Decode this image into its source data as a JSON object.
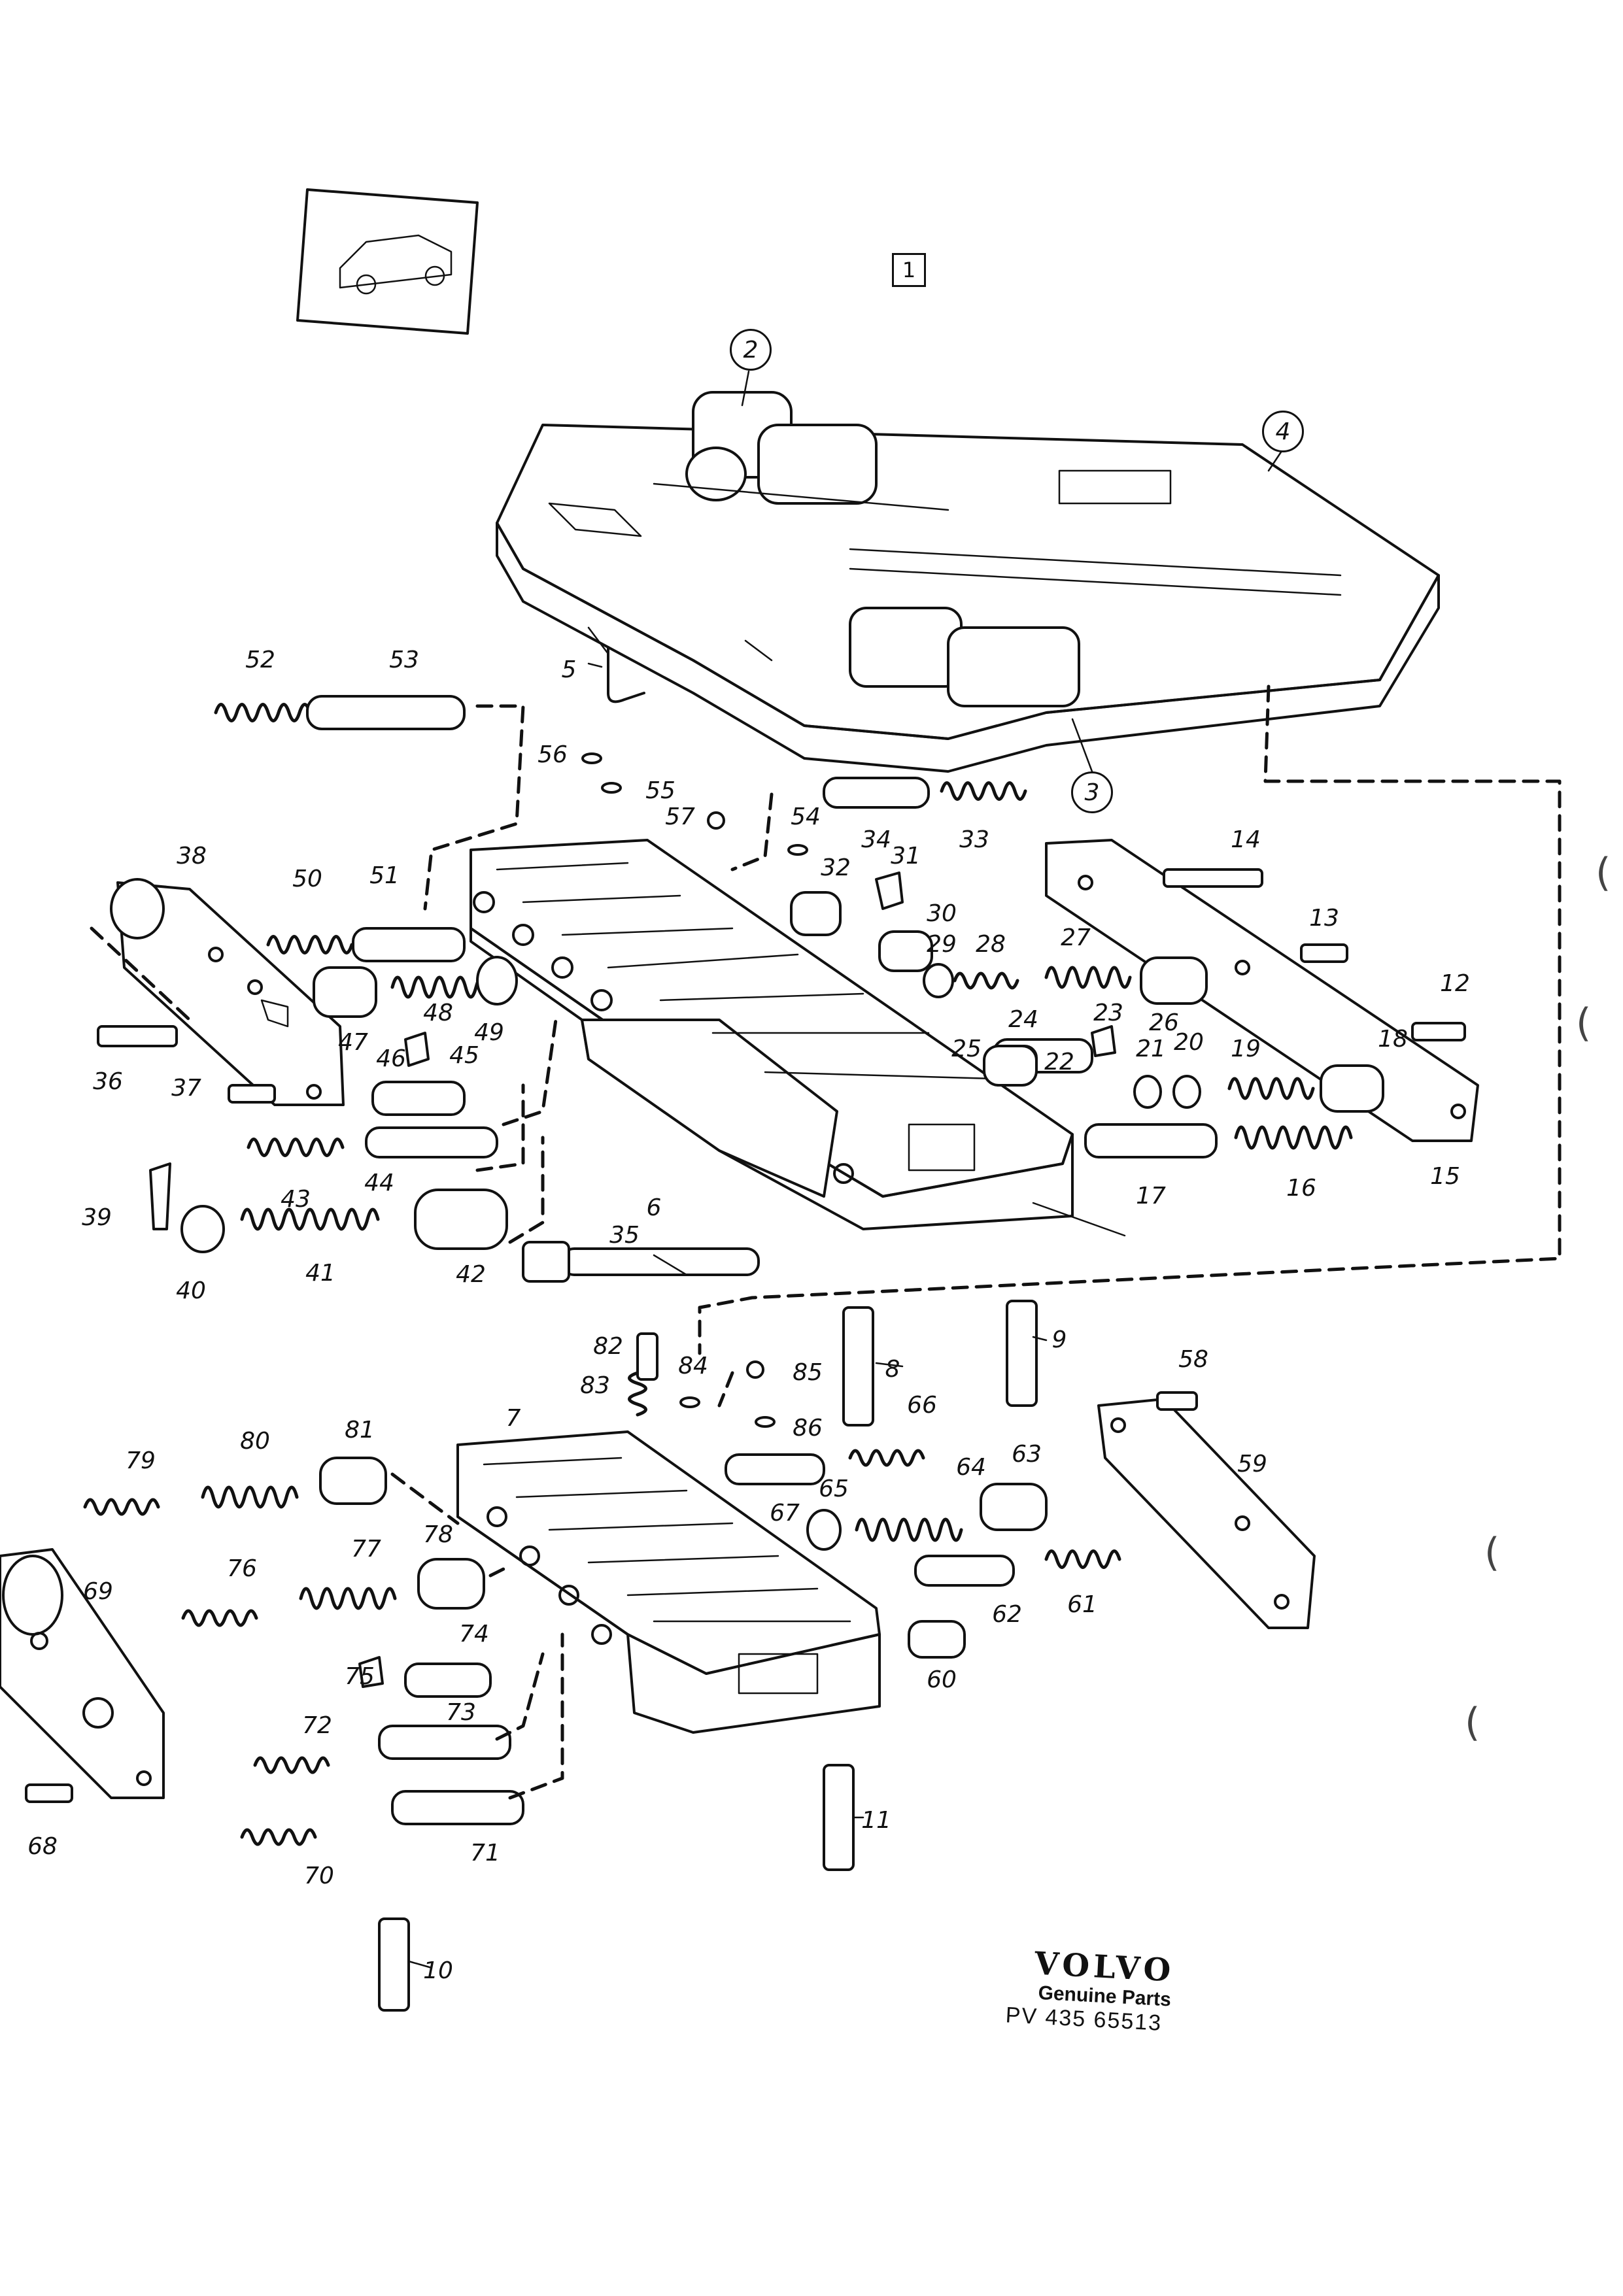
{
  "figure": {
    "box_label": "1",
    "circled_labels": [
      "2",
      "3",
      "4"
    ],
    "callouts": [
      "5",
      "6",
      "7",
      "8",
      "9",
      "10",
      "11",
      "12",
      "13",
      "14",
      "15",
      "16",
      "17",
      "18",
      "19",
      "20",
      "21",
      "22",
      "23",
      "24",
      "25",
      "26",
      "27",
      "28",
      "29",
      "30",
      "31",
      "32",
      "33",
      "34",
      "35",
      "36",
      "37",
      "38",
      "39",
      "40",
      "41",
      "42",
      "43",
      "44",
      "45",
      "46",
      "47",
      "48",
      "49",
      "50",
      "51",
      "52",
      "53",
      "54",
      "55",
      "56",
      "57",
      "58",
      "59",
      "60",
      "61",
      "62",
      "63",
      "64",
      "65",
      "66",
      "67",
      "68",
      "69",
      "70",
      "71",
      "72",
      "73",
      "74",
      "75",
      "76",
      "77",
      "78",
      "79",
      "80",
      "81",
      "82",
      "83",
      "84",
      "85",
      "86"
    ]
  },
  "brand": {
    "name": "VOLVO",
    "subtitle": "Genuine Parts",
    "code": "PV 435 65513"
  },
  "icons": {
    "car": "car-sedan-icon"
  }
}
